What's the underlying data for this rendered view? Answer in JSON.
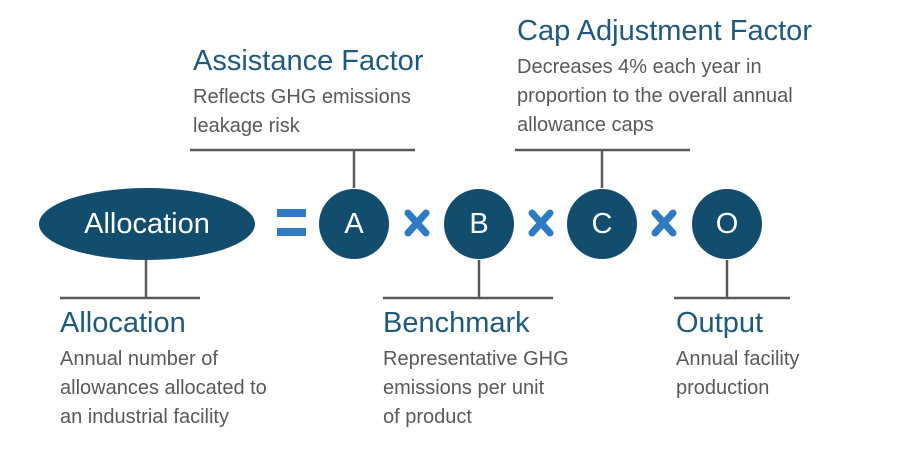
{
  "equation": {
    "result_label": "Allocation",
    "equals_symbol": "=",
    "terms": [
      "A",
      "B",
      "C",
      "O"
    ],
    "operator_symbol": "×"
  },
  "definitions": {
    "assistance": {
      "title": "Assistance Factor",
      "lines": [
        "Reflects GHG emissions",
        "leakage risk"
      ]
    },
    "cap": {
      "title": "Cap Adjustment Factor",
      "lines": [
        "Decreases 4% each year in",
        "proportion to the overall annual",
        "allowance caps"
      ]
    },
    "allocation": {
      "title": "Allocation",
      "lines": [
        "Annual number of",
        "allowances allocated to",
        "an industrial facility"
      ]
    },
    "benchmark": {
      "title": "Benchmark",
      "lines": [
        "Representative GHG",
        "emissions per unit",
        "of product"
      ]
    },
    "output": {
      "title": "Output",
      "lines": [
        "Annual facility",
        "production"
      ]
    }
  },
  "colors": {
    "node_fill": "#134d6e",
    "operator": "#2e7bc4",
    "title_text": "#1e5a7e",
    "body_text": "#595959",
    "connector": "#595959"
  }
}
